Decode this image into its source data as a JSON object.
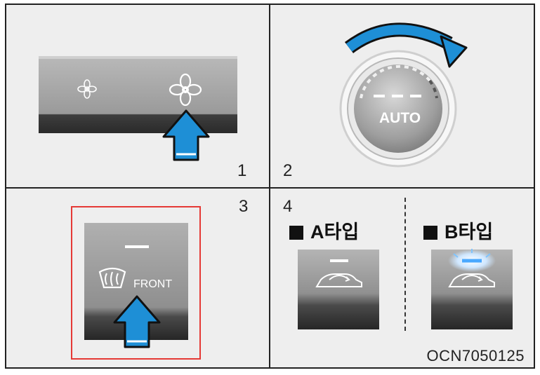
{
  "panels": {
    "p1": {
      "number": "1",
      "icons": [
        "fan-low-icon",
        "fan-high-icon"
      ]
    },
    "p2": {
      "number": "2",
      "knob_label": "AUTO"
    },
    "p3": {
      "number": "3",
      "button_label": "FRONT",
      "icon": "front-defrost-icon"
    },
    "p4": {
      "number": "4",
      "type_a": {
        "label": "A타입",
        "icon": "recirculation-icon"
      },
      "type_b": {
        "label": "B타입",
        "icon": "recirculation-icon",
        "indicator": "lit"
      }
    }
  },
  "figure_code": "OCN7050125",
  "colors": {
    "arrow": "#1e8fd6",
    "highlight_box": "#e53935",
    "indicator_lit": "#4aa9ff"
  }
}
